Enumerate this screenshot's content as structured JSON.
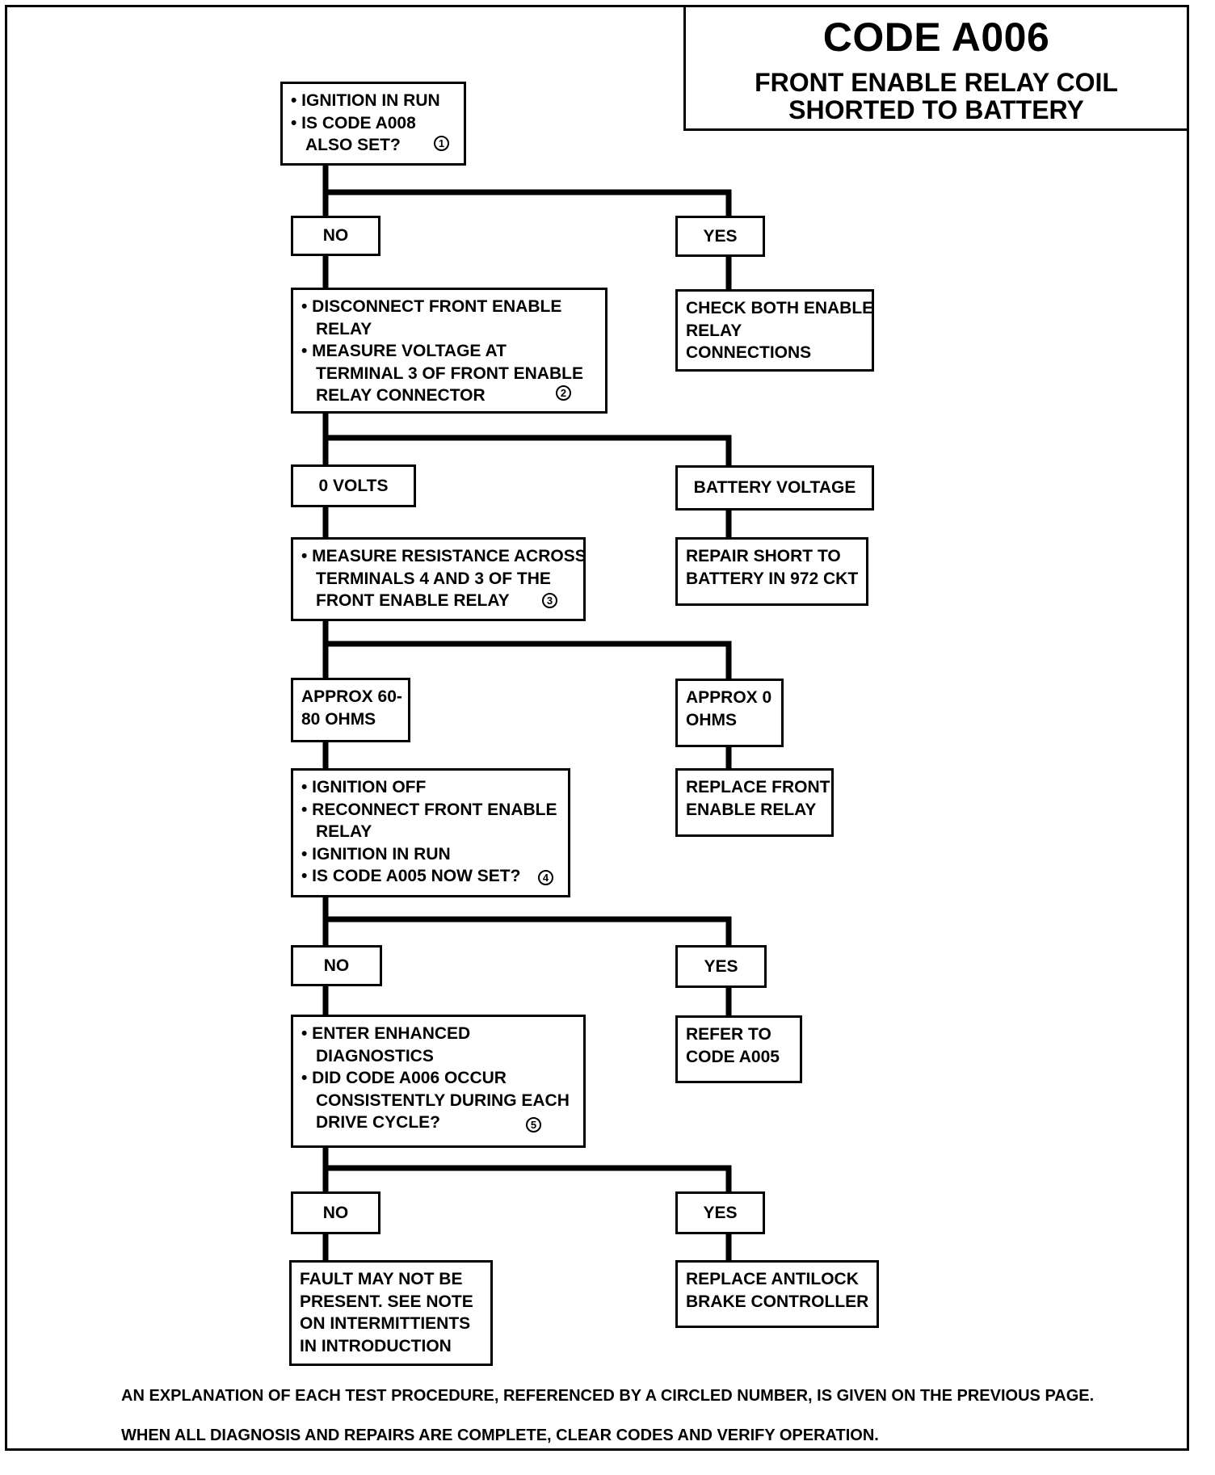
{
  "header": {
    "code": "CODE A006",
    "subtitle_line1": "FRONT ENABLE RELAY COIL",
    "subtitle_line2": "SHORTED TO BATTERY"
  },
  "steps": {
    "step1": {
      "line1": "• IGNITION IN RUN",
      "line2": "• IS CODE A008",
      "line3": "ALSO SET?",
      "ref": "1"
    },
    "step2": {
      "line1": "• DISCONNECT FRONT ENABLE",
      "line2": "RELAY",
      "line3": "• MEASURE VOLTAGE AT",
      "line4": "TERMINAL 3 OF FRONT ENABLE",
      "line5": "RELAY CONNECTOR",
      "ref": "2"
    },
    "step3": {
      "line1": "• MEASURE RESISTANCE ACROSS",
      "line2": "TERMINALS 4 AND 3 OF THE",
      "line3": "FRONT ENABLE RELAY",
      "ref": "3"
    },
    "step4": {
      "line1": "• IGNITION OFF",
      "line2": "• RECONNECT FRONT ENABLE",
      "line3": "RELAY",
      "line4": "• IGNITION IN RUN",
      "line5": "• IS CODE A005 NOW SET?",
      "ref": "4"
    },
    "step5": {
      "line1": "• ENTER ENHANCED",
      "line2": "DIAGNOSTICS",
      "line3": "• DID CODE A006 OCCUR",
      "line4": "CONSISTENTLY DURING EACH",
      "line5": "DRIVE CYCLE?",
      "ref": "5"
    }
  },
  "answers": {
    "a1_no": "NO",
    "a1_yes": "YES",
    "a2_left": "0 VOLTS",
    "a2_right": "BATTERY VOLTAGE",
    "a3_left_l1": "APPROX 60-",
    "a3_left_l2": "80  OHMS",
    "a3_right_l1": "APPROX 0",
    "a3_right_l2": "OHMS",
    "a4_no": "NO",
    "a4_yes": "YES",
    "a5_no": "NO",
    "a5_yes": "YES"
  },
  "actions": {
    "check_relay": {
      "line1": "CHECK BOTH ENABLE",
      "line2": "RELAY",
      "line3": "CONNECTIONS"
    },
    "repair_short": {
      "line1": "REPAIR SHORT TO",
      "line2": "BATTERY IN 972 CKT"
    },
    "replace_relay": {
      "line1": "REPLACE FRONT",
      "line2": "ENABLE RELAY"
    },
    "refer_code": {
      "line1": "REFER TO",
      "line2": "CODE A005"
    },
    "fault_note": {
      "line1": "FAULT MAY NOT BE",
      "line2": "PRESENT. SEE NOTE",
      "line3": "ON INTERMITTIENTS",
      "line4": "IN INTRODUCTION"
    },
    "replace_controller": {
      "line1": "REPLACE ANTILOCK",
      "line2": "BRAKE CONTROLLER"
    }
  },
  "notes": {
    "note1": "AN EXPLANATION OF EACH TEST PROCEDURE, REFERENCED BY A CIRCLED NUMBER, IS GIVEN ON THE PREVIOUS PAGE.",
    "note2": "WHEN ALL DIAGNOSIS AND REPAIRS ARE COMPLETE, CLEAR CODES AND VERIFY OPERATION."
  }
}
